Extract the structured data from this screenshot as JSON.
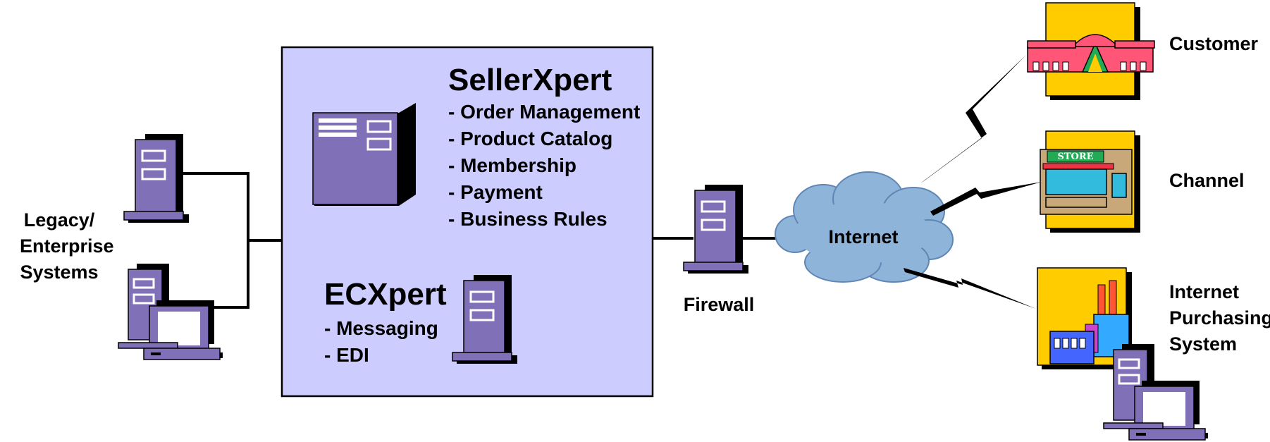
{
  "left_label": {
    "lines": [
      "Legacy/",
      "Enterprise",
      "Systems"
    ]
  },
  "seller": {
    "title": "SellerXpert",
    "features": [
      "- Order Management",
      "- Product Catalog",
      "- Membership",
      "- Payment",
      "- Business Rules"
    ]
  },
  "ec": {
    "title": "ECXpert",
    "features": [
      "- Messaging",
      "- EDI"
    ]
  },
  "firewall_label": "Firewall",
  "internet_label": "Internet",
  "store_sign": "STORE",
  "right_labels": {
    "customer": "Customer",
    "channel": "Channel",
    "purchasing": [
      "Internet",
      "Purchasing",
      "System"
    ]
  },
  "colors": {
    "box_fill": "#ccccff",
    "server_purple": "#8070b8",
    "cloud_blue": "#8fb4da",
    "icon_yellow": "#ffcc00"
  }
}
